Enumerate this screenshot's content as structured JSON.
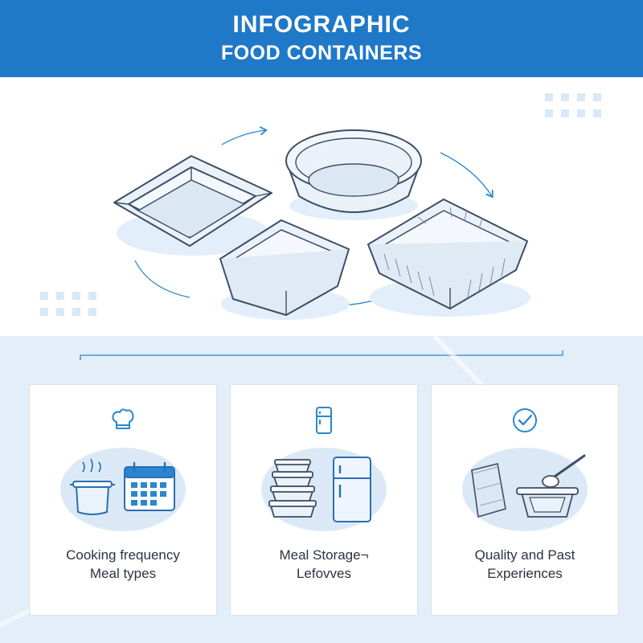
{
  "header": {
    "title_line1": "INFOGRAPHIC",
    "title_line2": "FOOD CONTAINERS"
  },
  "hero": {
    "items": [
      "rectangular-tray-icon",
      "round-tray-icon",
      "square-tray-icon",
      "large-square-tray-icon"
    ]
  },
  "cards": [
    {
      "top_icon": "chef-hat-icon",
      "art_icons": [
        "cooking-pot-icon",
        "calendar-icon"
      ],
      "line1": "Cooking frequency",
      "line2": "Meal types"
    },
    {
      "top_icon": "fridge-icon",
      "art_icons": [
        "stacked-containers-icon",
        "refrigerator-icon"
      ],
      "line1": "Meal Storage¬",
      "line2": "Lefovves"
    },
    {
      "top_icon": "check-circle-icon",
      "art_icons": [
        "foil-bag-icon",
        "tray-with-scoop-icon"
      ],
      "line1": "Quality and Past",
      "line2": "Experiences"
    }
  ],
  "colors": {
    "header_bg": "#1f78c8",
    "accent": "#2a86d0",
    "lower_bg": "#e3eef8",
    "outline": "#3d4e66"
  }
}
